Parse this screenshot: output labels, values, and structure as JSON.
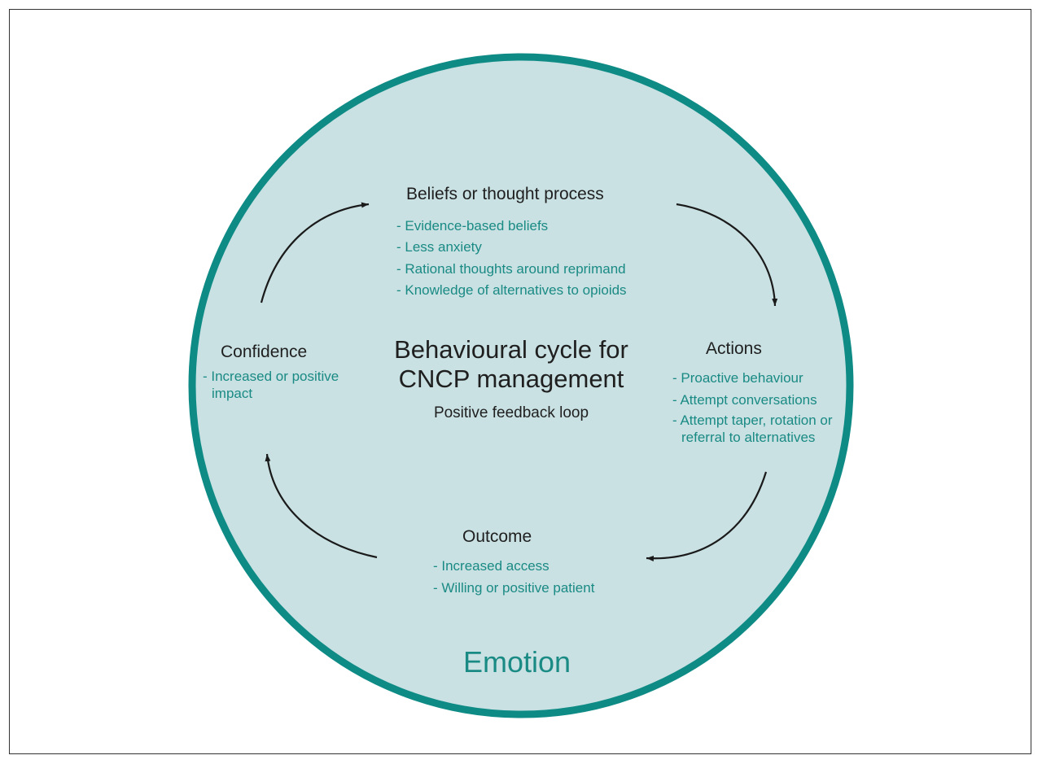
{
  "colors": {
    "ring": "#0f8b86",
    "fill": "#c9e1e3",
    "accent_text": "#1a8a84",
    "arrow": "#1a1a1a"
  },
  "center": {
    "title": "Behavioural cycle for CNCP management",
    "subtitle": "Positive feedback loop"
  },
  "emotion_label": "Emotion",
  "nodes": {
    "beliefs": {
      "title": "Beliefs or thought process",
      "items": [
        "- Evidence-based beliefs",
        "- Less anxiety",
        "- Rational thoughts around reprimand",
        "- Knowledge of alternatives to opioids"
      ]
    },
    "actions": {
      "title": "Actions",
      "items": [
        "- Proactive behaviour",
        "- Attempt conversations",
        "- Attempt taper, rotation or referral to alternatives"
      ]
    },
    "outcome": {
      "title": "Outcome",
      "items": [
        "- Increased access",
        "- Willing or positive patient"
      ]
    },
    "confidence": {
      "title": "Confidence",
      "items": [
        "- Increased or positive impact"
      ]
    }
  }
}
